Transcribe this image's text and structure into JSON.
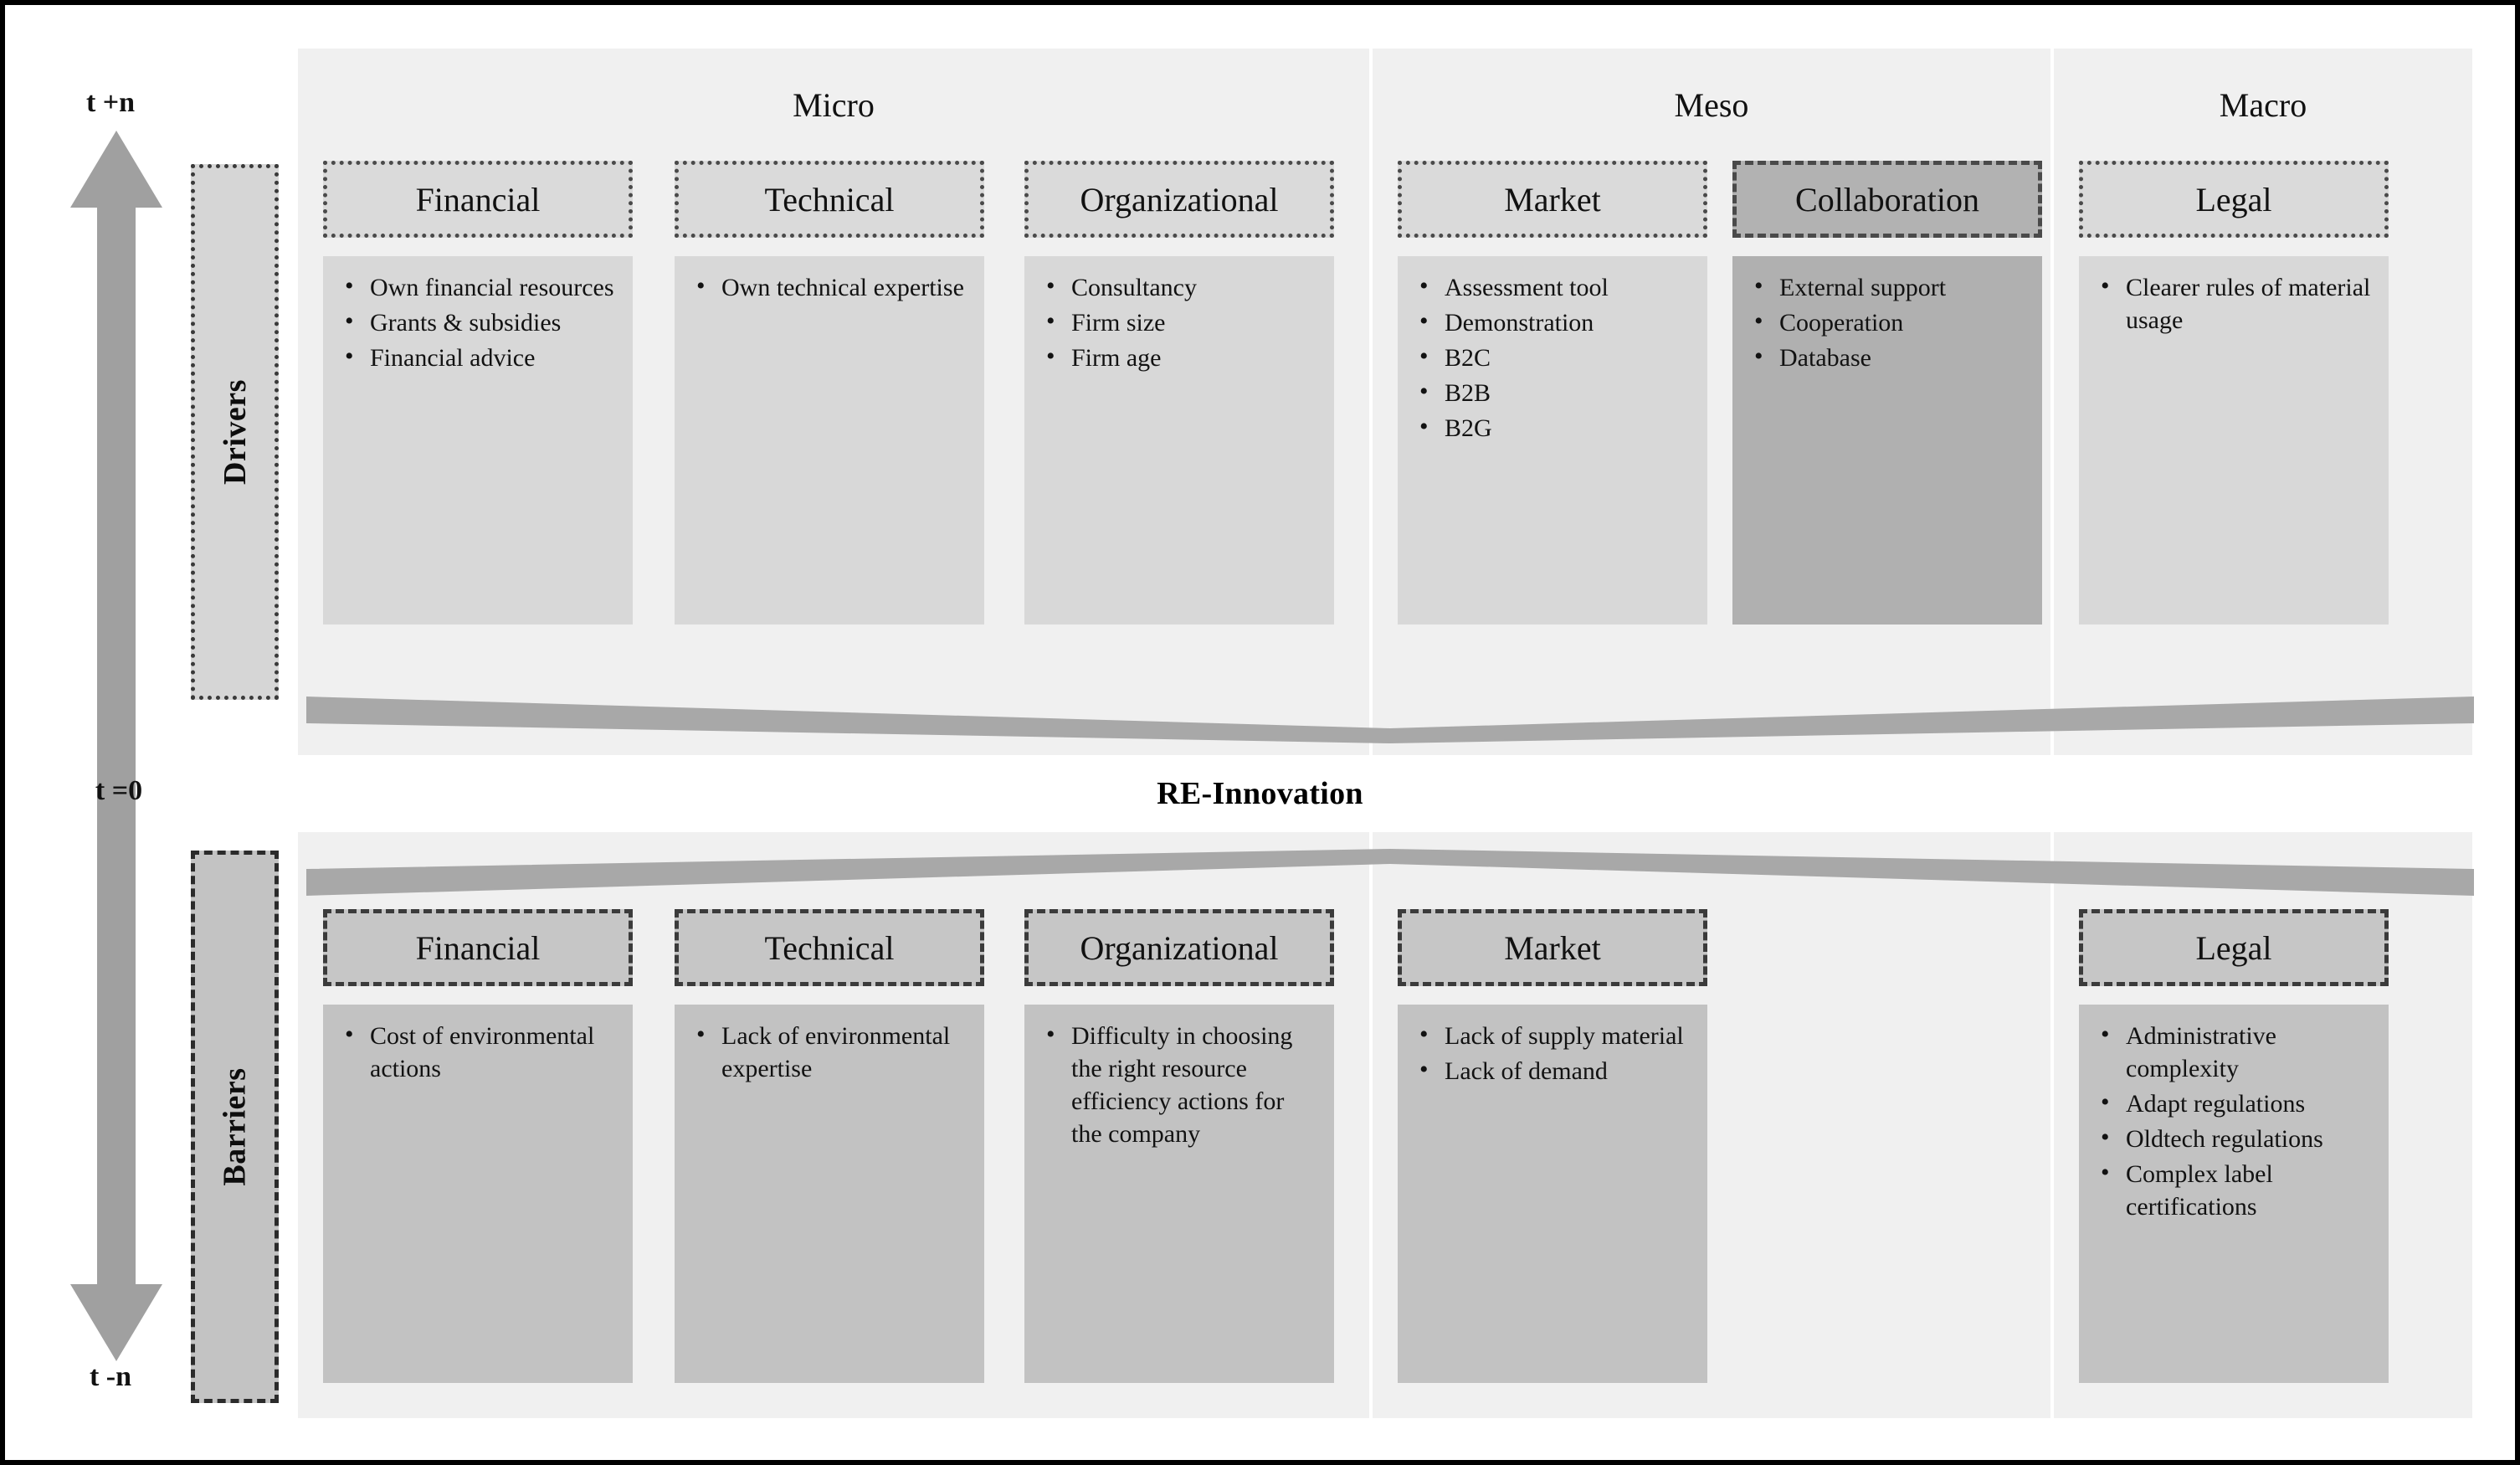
{
  "time_axis": {
    "top_label": "t +n",
    "mid_label": "t =0",
    "bottom_label": "t -n",
    "arrow_up_icon": "arrow-up-icon",
    "arrow_down_icon": "arrow-down-icon"
  },
  "center": {
    "label": "RE-Innovation"
  },
  "side_bands": {
    "drivers": "Drivers",
    "barriers": "Barriers"
  },
  "levels": {
    "micro": "Micro",
    "meso": "Meso",
    "macro": "Macro"
  },
  "drivers": {
    "micro": [
      {
        "title": "Financial",
        "items": [
          "Own financial resources",
          "Grants & subsidies",
          "Financial advice"
        ]
      },
      {
        "title": "Technical",
        "items": [
          "Own technical expertise"
        ]
      },
      {
        "title": "Organizational",
        "items": [
          "Consultancy",
          "Firm size",
          "Firm age"
        ]
      }
    ],
    "meso": [
      {
        "title": "Market",
        "items": [
          "Assessment tool",
          "Demonstration",
          "B2C",
          "B2B",
          "B2G"
        ]
      },
      {
        "title": "Collaboration",
        "items": [
          "External support",
          "Cooperation",
          "Database"
        ],
        "highlighted": true
      }
    ],
    "macro": [
      {
        "title": "Legal",
        "items": [
          "Clearer rules of material usage"
        ]
      }
    ]
  },
  "barriers": {
    "micro": [
      {
        "title": "Financial",
        "items": [
          "Cost of environmental actions"
        ]
      },
      {
        "title": "Technical",
        "items": [
          "Lack of environmental expertise"
        ]
      },
      {
        "title": "Organizational",
        "items": [
          "Difficulty in choosing the right resource efficiency actions for the company"
        ]
      }
    ],
    "meso": [
      {
        "title": "Market",
        "items": [
          "Lack of supply material",
          "Lack of demand"
        ]
      }
    ],
    "macro": [
      {
        "title": "Legal",
        "items": [
          "Administrative complexity",
          "Adapt regulations",
          "Oldtech regulations",
          "Complex label certifications"
        ]
      }
    ]
  },
  "colors": {
    "panel_bg": "#f0f0f0",
    "card_driver": "#d8d8d8",
    "card_barrier": "#c2c2c2",
    "card_highlight": "#b0b0b0",
    "funnel": "#a8a8a8",
    "arrow": "#a0a0a0",
    "border": "#000000"
  }
}
